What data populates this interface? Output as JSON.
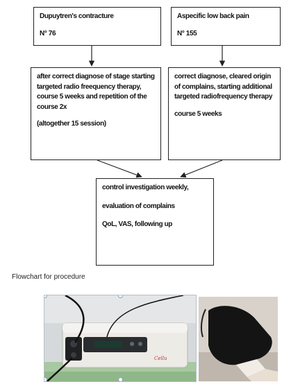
{
  "flowchart": {
    "top_left": {
      "title": "Dupuytren's contracture",
      "count": "N° 76"
    },
    "top_right": {
      "title": "Aspecific low back pain",
      "count": "N° 155"
    },
    "mid_left": {
      "text": "after correct diagnose of stage starting targeted radio freequency therapy, course 5 weeks and repetition of the course 2x",
      "note": "(altogether 15 session)"
    },
    "mid_right": {
      "text": "correct diagnose, cleared origin of complains, starting additional targeted radiofrequency therapy",
      "note": "course 5 weeks"
    },
    "bottom": {
      "line1": "control investigation weekly,",
      "line2": "evaluation of complains",
      "line3": "QoL, VAS, following up"
    }
  },
  "caption": "Flowchart for procedure",
  "colors": {
    "box_border": "#222222",
    "arrow": "#222222",
    "device_body": "#e8e8e4",
    "device_panel": "#2a2d30",
    "glove": "#1a1a1a"
  }
}
